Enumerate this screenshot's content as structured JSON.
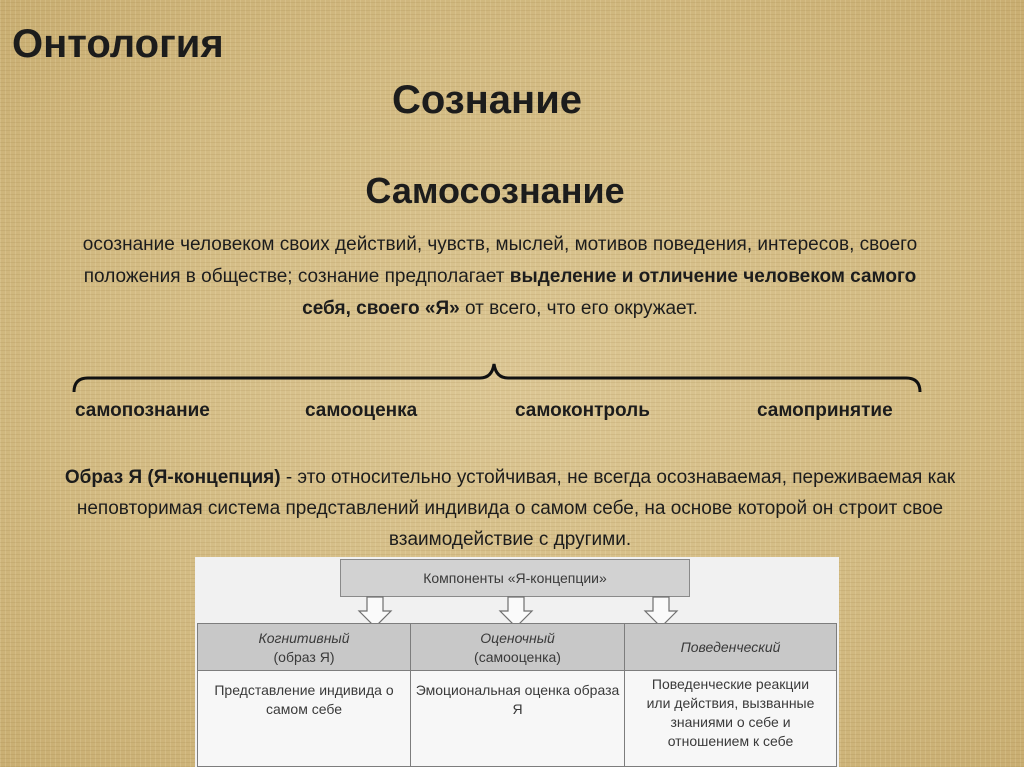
{
  "header": {
    "ontology": "Онтология",
    "consciousness": "Сознание",
    "self_consciousness": "Самосознание"
  },
  "definition": {
    "part1": "осознание человеком своих действий, чувств, мыслей, мотивов поведения, интересов, своего положения в обществе; сознание предполагает ",
    "bold": "выделение и отличение человеком самого себя, своего «Я»",
    "part2": " от всего, что его окружает."
  },
  "aspects": [
    "самопознание",
    "самооценка",
    "самоконтроль",
    "самопринятие"
  ],
  "concept": {
    "bold": "Образ Я (Я-концепция)",
    "text": " - это относительно устойчивая, не всегда осознаваемая, переживаемая как неповторимая система представлений индивида о самом себе, на основе которой он строит свое взаимодействие с другими."
  },
  "diagram": {
    "title": "Компоненты «Я-концепции»",
    "components": [
      {
        "name": "Когнитивный",
        "sub": "(образ Я)",
        "description": "Представление индивида о самом себе"
      },
      {
        "name": "Оценочный",
        "sub": "(самооценка)",
        "description": "Эмоциональная оценка образа Я"
      },
      {
        "name": "Поведенческий",
        "sub": "",
        "description": "Поведенческие реакции или действия, вызванные знаниями о себе и отношением к себе"
      }
    ]
  }
}
